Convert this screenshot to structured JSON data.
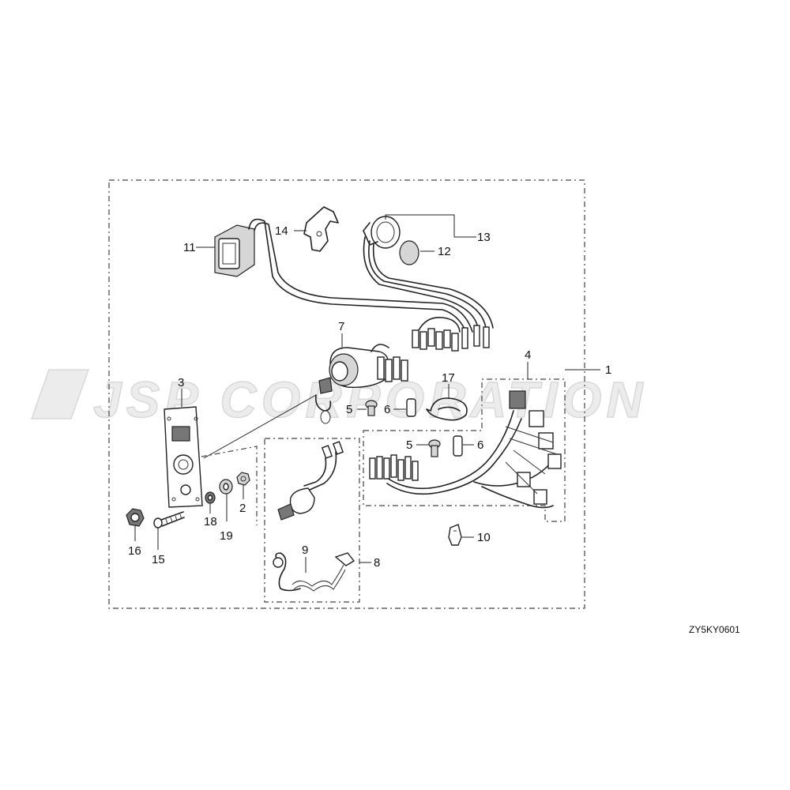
{
  "watermark": {
    "text": "JSP CORPORATION"
  },
  "diagram_code": "ZY5KY0601",
  "callouts": {
    "c1": "1",
    "c2": "2",
    "c3": "3",
    "c4": "4",
    "c5a": "5",
    "c5b": "5",
    "c6a": "6",
    "c6b": "6",
    "c7": "7",
    "c8": "8",
    "c9": "9",
    "c10": "10",
    "c11": "11",
    "c12": "12",
    "c13": "13",
    "c14": "14",
    "c15": "15",
    "c16": "16",
    "c17": "17",
    "c18": "18",
    "c19": "19"
  }
}
